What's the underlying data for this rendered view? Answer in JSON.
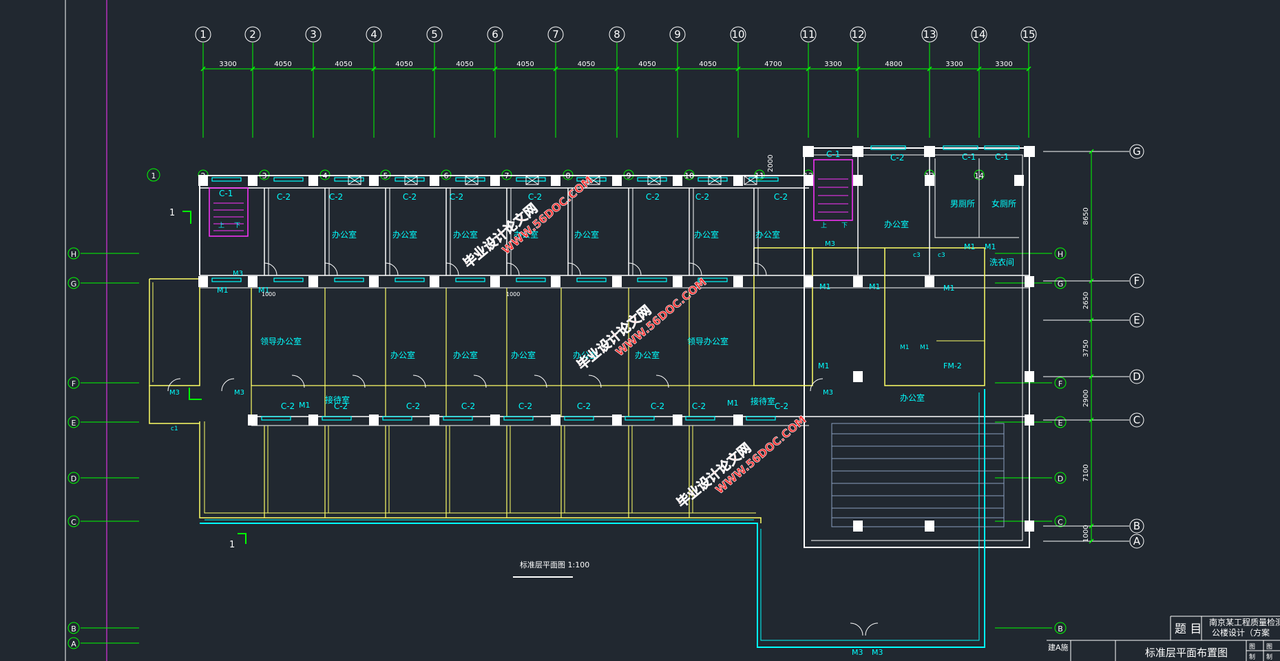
{
  "top_axes": {
    "labels": [
      "1",
      "2",
      "3",
      "4",
      "5",
      "6",
      "7",
      "8",
      "9",
      "10",
      "11",
      "12",
      "13",
      "14",
      "15"
    ],
    "dimensions": [
      "3300",
      "4050",
      "4050",
      "4050",
      "4050",
      "4050",
      "4050",
      "4050",
      "4050",
      "4700",
      "3300",
      "4800",
      "3300",
      "3300"
    ]
  },
  "plan_axes": {
    "left_rows": [
      "H",
      "G",
      "F",
      "E",
      "D",
      "C",
      "B",
      "A"
    ],
    "right_rows": [
      "H",
      "G",
      "F",
      "E",
      "D",
      "C",
      "B"
    ],
    "far_right_rows": [
      "G",
      "F",
      "E",
      "D",
      "C",
      "B",
      "A"
    ],
    "upper_axis_labels": [
      "1",
      "2",
      "3",
      "4",
      "5",
      "6",
      "7",
      "8",
      "9",
      "10",
      "11",
      "12",
      "13",
      "14"
    ],
    "right_dimensions": [
      "8650",
      "2650",
      "3750",
      "2900",
      "7100",
      "1000"
    ],
    "top_dim": "2000",
    "section_marks": [
      "1",
      "1"
    ]
  },
  "rooms": {
    "office": "办公室",
    "leader_office": "领导办公室",
    "reception": "接待室",
    "male_toilet": "男厕所",
    "female_toilet": "女厕所",
    "wash": "洗衣间"
  },
  "door_labels": {
    "m1": "M1",
    "m3": "M3",
    "fm2": "FM-2"
  },
  "window_labels": {
    "c1": "C-1",
    "c2": "C-2",
    "c3": "c3",
    "c1_small": "c1"
  },
  "stair_labels": {
    "up": "上",
    "down": "下"
  },
  "small_dims": {
    "d1": "1000",
    "d2": "1000"
  },
  "drawing_title": "标准层平面图   1:100",
  "watermarks": [
    {
      "site": "WWW.56DOC.COM",
      "brand": "毕业设计论文网"
    },
    {
      "site": "WWW.56DOC.COM",
      "brand": "毕业设计论文网"
    },
    {
      "site": "WWW.56DOC.COM",
      "brand": "毕业设计论文网"
    }
  ],
  "title_block": {
    "label_title": "题  目",
    "project_line1": "南京某工程质量检测",
    "project_line2": "公楼设计（方案",
    "drawing_name": "标准层平面布置图",
    "small_left": "建A施",
    "small_right": [
      "图",
      "图",
      "制",
      "制"
    ]
  },
  "colors": {
    "background": "#212830",
    "axis_green": "#00ff00",
    "wall_white": "#ffffff",
    "wall_yellow": "#ffff66",
    "window_cyan": "#00ffff",
    "stair_magenta": "#ff33ff",
    "watermark_red": "#ff3535"
  }
}
